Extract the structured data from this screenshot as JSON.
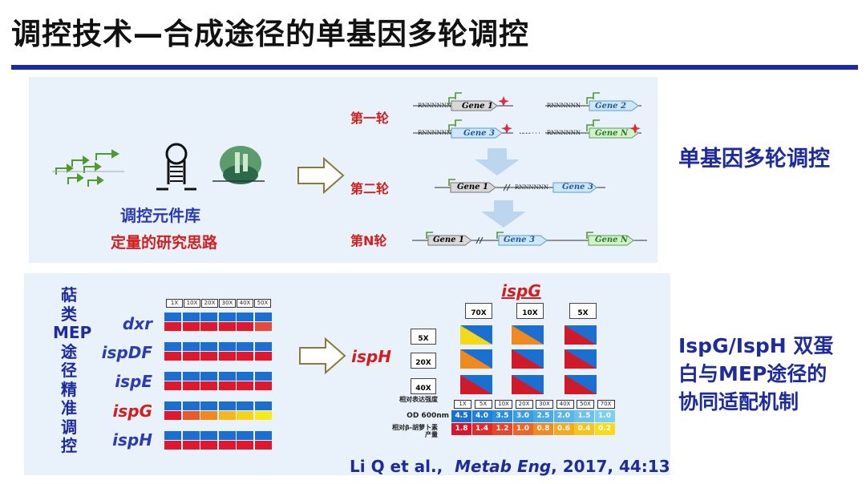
{
  "title": "调控技术—合成途径的单基因多轮调控",
  "colors": {
    "accent_rule": "#1a2aa8",
    "blue_text": "#1d2b9c",
    "red_text": "#d11f1f",
    "panel": "#e9f1fb"
  },
  "top_panel": {
    "library_label": "调控元件库",
    "approach_label": "定量的研究思路",
    "round_labels": [
      "第一轮",
      "第二轮",
      "第N轮"
    ],
    "rbs_label": "RNNNNNN",
    "round1_genes": [
      "Gene 1",
      "Gene 2",
      "Gene 3",
      "Gene N"
    ],
    "round2_genes": [
      "Gene 1",
      "Gene 3"
    ],
    "roundN_genes": [
      "Gene 1",
      "Gene 3",
      "Gene N"
    ],
    "ellipsis": "……"
  },
  "side_text": {
    "single_gene": "单基因多轮调控",
    "ispgh_line1": "IspG/IspH 双蛋",
    "ispgh_line2": "白与MEP途径的",
    "ispgh_line3": "协同适配机制"
  },
  "bottom_panel": {
    "vertical_label": [
      "萜",
      "类",
      "MEP",
      "途",
      "径",
      "精",
      "准",
      "调",
      "控"
    ],
    "genes": [
      {
        "name": "dxr",
        "color": "blue"
      },
      {
        "name": "ispDF",
        "color": "blue"
      },
      {
        "name": "ispE",
        "color": "blue"
      },
      {
        "name": "ispG",
        "color": "red"
      },
      {
        "name": "ispH",
        "color": "blue"
      }
    ],
    "folds": [
      "1X",
      "10X",
      "20X",
      "30X",
      "40X",
      "50X"
    ],
    "ispH_label": "ispH",
    "ispG_label": "ispG",
    "ispG_levels": [
      "70X",
      "10X",
      "5X"
    ],
    "ispH_levels": [
      "5X",
      "20X",
      "40X"
    ],
    "scale_title1": "相对表达强度",
    "scale_folds": [
      "1X",
      "5X",
      "10X",
      "20X",
      "30X",
      "40X",
      "50X",
      "70X"
    ],
    "od_label": "OD 600nm",
    "od_values": [
      "4.5",
      "4.0",
      "3.5",
      "3.0",
      "2.5",
      "2.0",
      "1.5",
      "1.0"
    ],
    "carotene_label": "相对β-胡萝卜素产量",
    "carotene_values": [
      "1.8",
      "1.4",
      "1.2",
      "1.0",
      "0.8",
      "0.6",
      "0.4",
      "0.2"
    ]
  },
  "citation": {
    "authors": "Li Q et al.,",
    "journal": "Metab Eng",
    "rest": ", 2017, 44:13"
  }
}
